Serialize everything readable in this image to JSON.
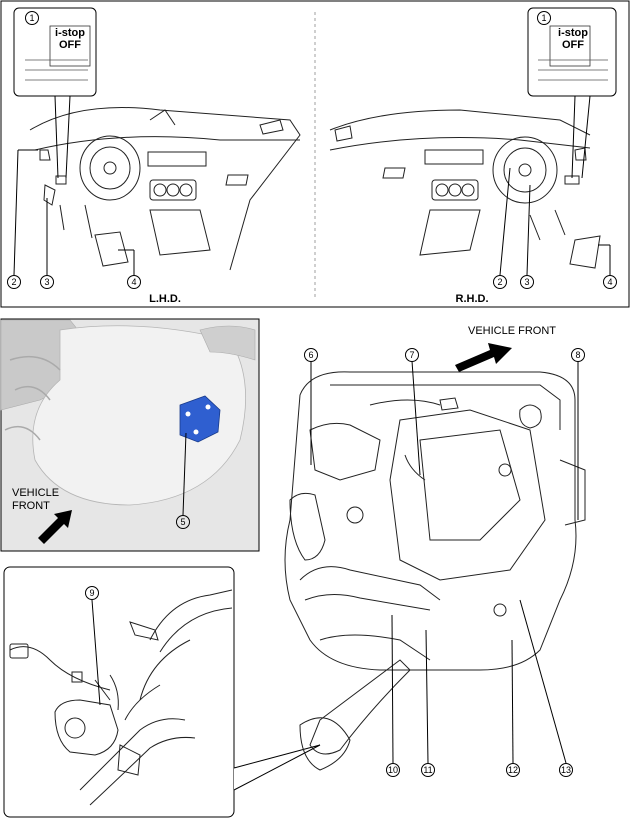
{
  "top_panel": {
    "left_caption": "L.H.D.",
    "right_caption": "R.H.D."
  },
  "switch_inset": {
    "line1": "i-stop",
    "line2": "OFF"
  },
  "engine_panel": {
    "direction_label": "VEHICLE FRONT"
  },
  "sensor_panel": {
    "direction_line1": "VEHICLE",
    "direction_line2": "FRONT"
  },
  "callouts": {
    "c1": "1",
    "c2": "2",
    "c3": "3",
    "c4": "4",
    "c5": "5",
    "c6": "6",
    "c7": "7",
    "c8": "8",
    "c9": "9",
    "c10": "10",
    "c11": "11",
    "c12": "12",
    "c13": "13"
  },
  "colors": {
    "highlight": "#2f5fd0",
    "panel_fill": "#d8d8d8"
  }
}
